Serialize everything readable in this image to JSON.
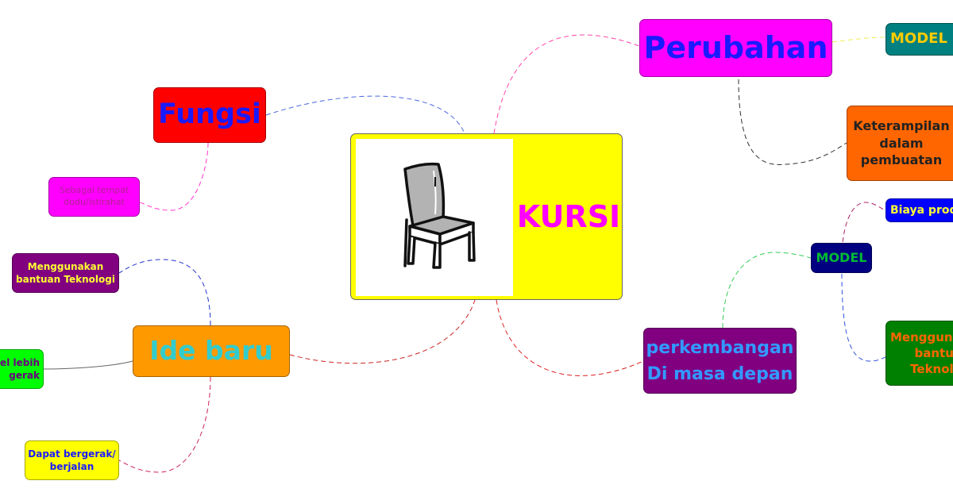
{
  "center": {
    "label": "KURSI",
    "image": "chair-icon"
  },
  "nodes": {
    "fungsi": {
      "label": "Fungsi"
    },
    "fungsi_child": {
      "label_lines": [
        "Sebagai tempat",
        "dudu/istirahat"
      ]
    },
    "ide_baru": {
      "label": "Ide baru"
    },
    "ide_child_1": {
      "label_lines": [
        "Menggunakan",
        "bantuan Teknologi"
      ]
    },
    "ide_child_2": {
      "label_lines": [
        "del lebih",
        "gerak"
      ]
    },
    "ide_child_3": {
      "label_lines": [
        "Dapat bergerak/",
        "berjalan"
      ]
    },
    "perubahan": {
      "label": "Perubahan"
    },
    "perubahan_child_1": {
      "label": "MODEL"
    },
    "perubahan_child_2": {
      "label_lines": [
        "Keterampilan",
        "dalam",
        "pembuatan"
      ]
    },
    "perkembangan": {
      "label_lines": [
        "perkembangan",
        "Di masa depan"
      ]
    },
    "model": {
      "label": "MODEL"
    },
    "model_child_1": {
      "label": "Biaya prod"
    },
    "model_child_2": {
      "label_lines": [
        "Menggunak",
        "bantua",
        "Teknolo"
      ]
    }
  },
  "colors": {
    "center_bg": "#ffff00",
    "center_text": "#ff00ff",
    "fungsi_bg": "#ff0000",
    "fungsi_text": "#1a1aff",
    "fungsi_child_bg": "#ff00ff",
    "fungsi_child_text": "#b22292",
    "ide_bg": "#ff9900",
    "ide_text": "#33cccc",
    "ide_child_1_bg": "#800080",
    "ide_child_1_text": "#ffff33",
    "ide_child_2_bg": "#00ff00",
    "ide_child_2_text": "#6a0080",
    "ide_child_3_bg": "#ffff00",
    "ide_child_3_text": "#1a1aff",
    "perubahan_bg": "#ff00ff",
    "perubahan_text": "#1a1aff",
    "perubahan_child_1_bg": "#008080",
    "perubahan_child_1_text": "#ffcc00",
    "perubahan_child_2_bg": "#ff6600",
    "perubahan_child_2_text": "#222222",
    "perkembangan_bg": "#800080",
    "perkembangan_text": "#3399ff",
    "model_bg": "#000080",
    "model_text": "#00bb33",
    "model_child_1_bg": "#0000ff",
    "model_child_1_text": "#ffff33",
    "model_child_2_bg": "#008000",
    "model_child_2_text": "#ff6600"
  }
}
